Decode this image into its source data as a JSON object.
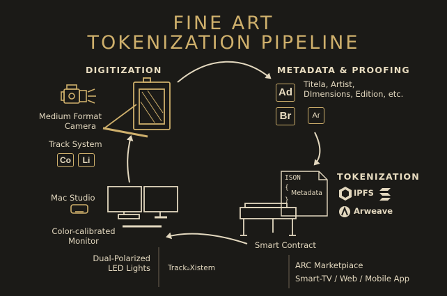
{
  "title": {
    "line1": "FINE ART",
    "line2": "TOKENIZATION PIPELINE"
  },
  "digitization": {
    "heading": "DIGITIZATION",
    "camera_line1": "Medium Format",
    "camera_line2": "Camera",
    "track_system": "Track System",
    "badges": [
      "Co",
      "Li"
    ],
    "mac_studio": "Mac Studio",
    "monitor_line1": "Color-calibrated",
    "monitor_line2": "Monitor",
    "lights_line1": "Dual-Polarized",
    "lights_line2": "LED Lights",
    "track_label": "TrackₐXistem"
  },
  "metadata": {
    "heading": "METADATA & PROOFING",
    "fields_line1": "Titela, Artist,",
    "fields_line2": "DImensions, Edition, etc.",
    "badges": [
      "Ad",
      "Br",
      "Ar"
    ]
  },
  "json_doc": {
    "line1": "ISON",
    "line2": "{",
    "line3": "Metadata",
    "line4": "}"
  },
  "tokenization": {
    "heading": "TOKENIZATION",
    "ipfs": "IPFS",
    "arweave": "Arweave"
  },
  "smart_contract": "Smart Contract",
  "outputs": {
    "line1": "ARC Marketpiace",
    "line2": "Smart-TV / Web / Mobile App"
  },
  "colors": {
    "background": "#1b1a17",
    "accent_gold": "#cfb06c",
    "text": "#e3d8bf"
  }
}
